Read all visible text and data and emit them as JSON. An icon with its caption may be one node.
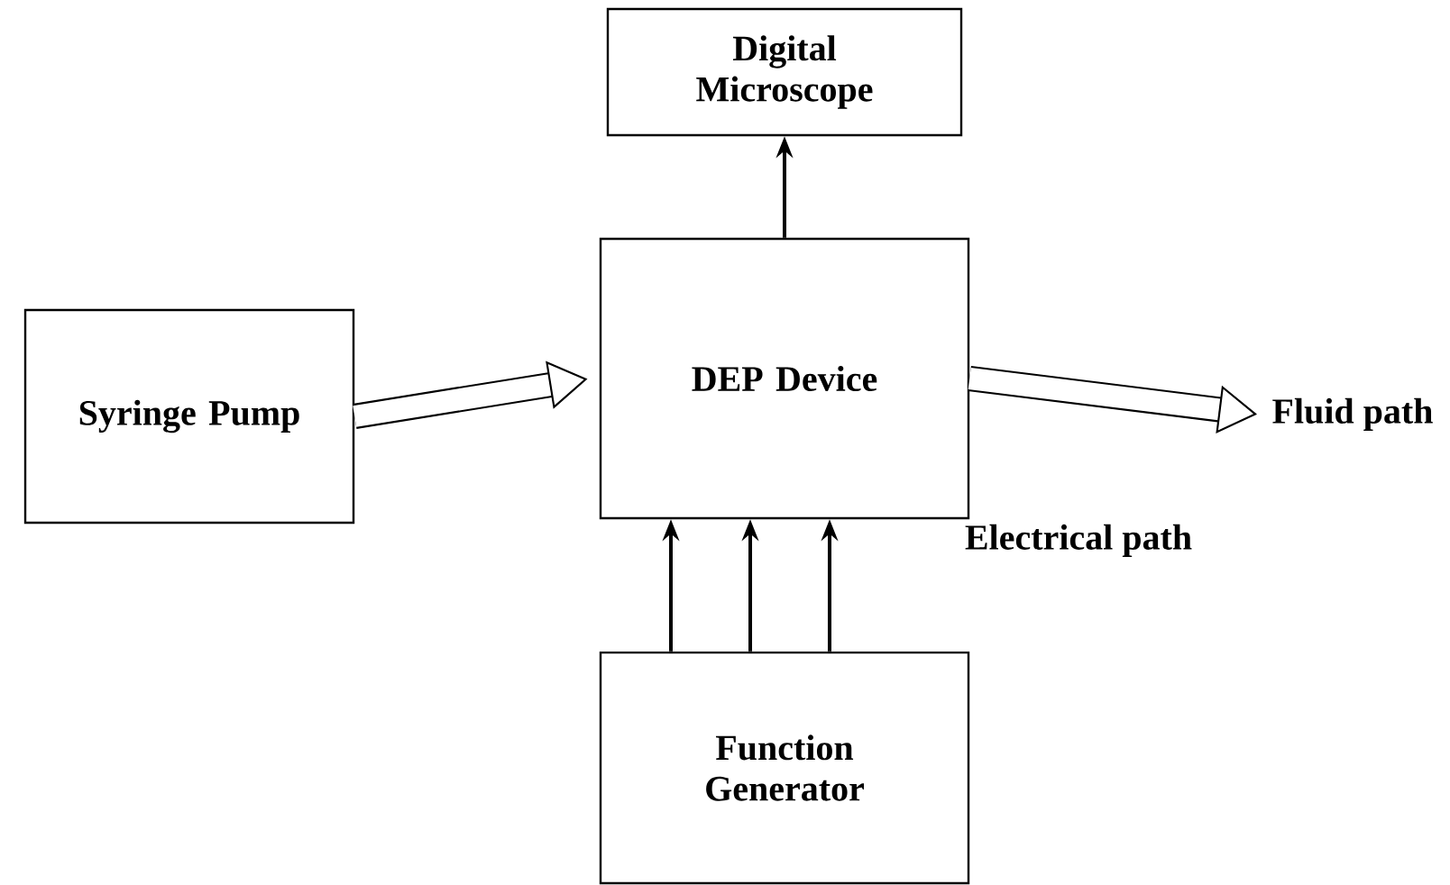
{
  "diagram": {
    "nodes": [
      {
        "text": [
          "Digital Microscope"
        ]
      },
      {
        "text": [
          "Syringe Pump"
        ]
      },
      {
        "text": [
          "DEP Device"
        ]
      },
      {
        "text": [
          "Function Generator"
        ]
      },
      {
        "text": [
          "Fluid path"
        ]
      }
    ],
    "edges": [
      {
        "from": 1,
        "to": 2,
        "arrow": "to",
        "style": "thick"
      },
      {
        "from": 2,
        "to": 0,
        "arrow": "to"
      },
      {
        "from": 2,
        "to": 4,
        "arrow": "to",
        "style": "thick"
      },
      {
        "from": 3,
        "to": 2,
        "arrow": "to"
      },
      {
        "from": 3,
        "to": 2,
        "arrow": "to"
      },
      {
        "from": 3,
        "to": 2,
        "arrow": "to"
      }
    ],
    "labels": [
      "Electrical path"
    ]
  }
}
